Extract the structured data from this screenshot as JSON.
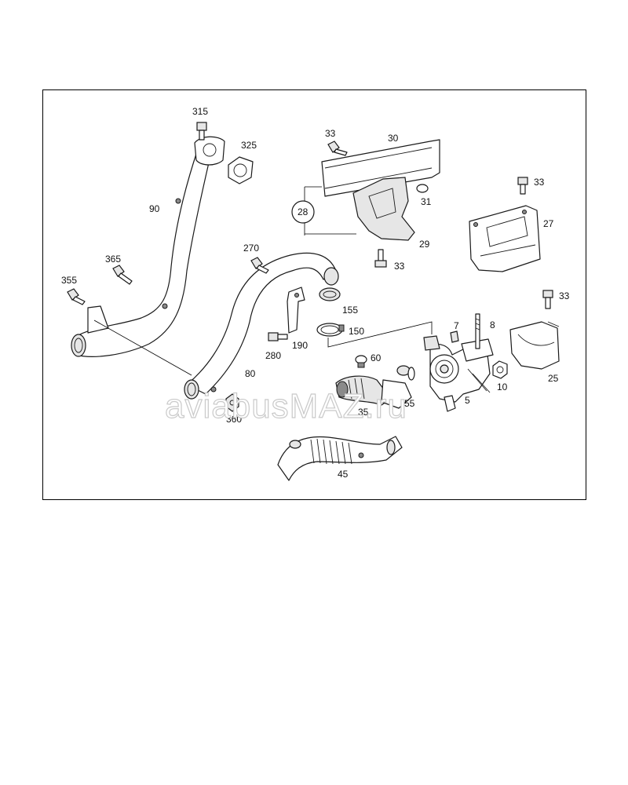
{
  "watermark": "aviabusMAZ.ru",
  "callouts": {
    "c315": "315",
    "c325": "325",
    "c90": "90",
    "c365": "365",
    "c355": "355",
    "c270": "270",
    "c155": "155",
    "c150": "150",
    "c190": "190",
    "c280": "280",
    "c80": "80",
    "c360": "360",
    "c60": "60",
    "c35": "35",
    "c55": "55",
    "c45": "45",
    "c33a": "33",
    "c30": "30",
    "c28": "28",
    "c31": "31",
    "c29": "29",
    "c33b": "33",
    "c33c": "33",
    "c27": "27",
    "c33d": "33",
    "c7": "7",
    "c8": "8",
    "c10": "10",
    "c5": "5",
    "c25": "25"
  }
}
